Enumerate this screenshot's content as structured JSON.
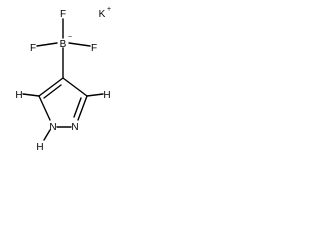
{
  "molecule": {
    "atoms": {
      "fluorine_left": "F",
      "fluorine_top": "F",
      "fluorine_right": "F",
      "boron": "B",
      "hydrogen_left": "H",
      "hydrogen_right": "H",
      "hydrogen_nh": "H",
      "nitrogen_nh": "N",
      "nitrogen_right": "N"
    },
    "charges": {
      "boron": "−",
      "potassium": "+"
    },
    "counterion": "K"
  }
}
